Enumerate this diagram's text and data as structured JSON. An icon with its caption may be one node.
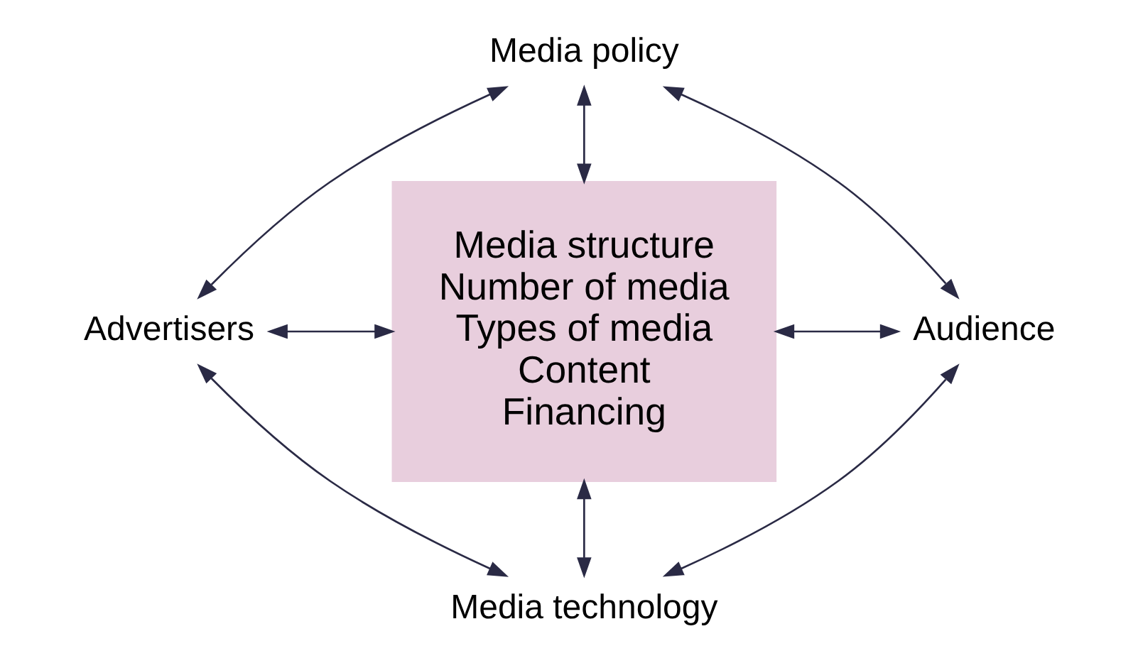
{
  "diagram": {
    "nodes": [
      {
        "text": [
          "Media policy"
        ]
      },
      {
        "text": [
          "Advertisers"
        ]
      },
      {
        "text": [
          "Media structure",
          "Number of media",
          "Types of media",
          "Content",
          "Financing"
        ]
      },
      {
        "text": [
          "Audience"
        ]
      },
      {
        "text": [
          "Media technology"
        ]
      }
    ],
    "edges": [
      {
        "from": 0,
        "to": 1,
        "arrow": "both"
      },
      {
        "from": 0,
        "to": 2,
        "arrow": "both"
      },
      {
        "from": 0,
        "to": 3,
        "arrow": "both"
      },
      {
        "from": 1,
        "to": 2,
        "arrow": "both"
      },
      {
        "from": 2,
        "to": 3,
        "arrow": "both"
      },
      {
        "from": 1,
        "to": 4,
        "arrow": "both"
      },
      {
        "from": 2,
        "to": 4,
        "arrow": "both"
      },
      {
        "from": 3,
        "to": 4,
        "arrow": "both"
      }
    ]
  }
}
